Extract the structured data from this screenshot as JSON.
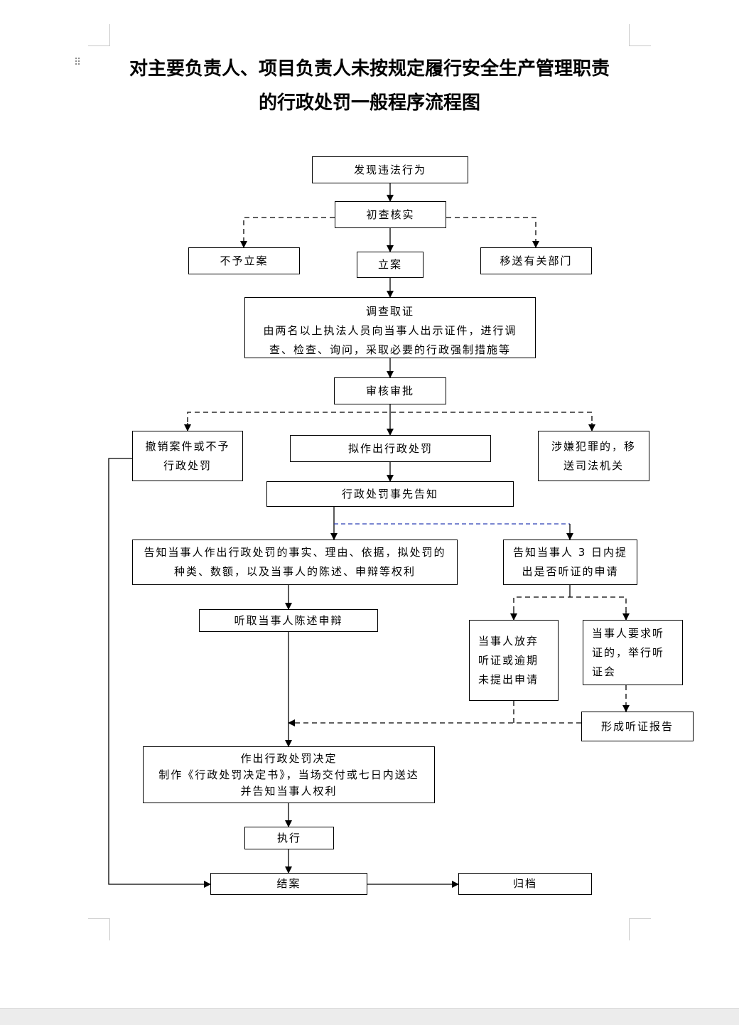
{
  "title": {
    "line1": "对主要负责人、项目负责人未按规定履行安全生产管理职责",
    "line2": "的行政处罚一般程序流程图"
  },
  "nodes": {
    "discover": "发现违法行为",
    "initial_check": "初查核实",
    "no_filing": "不予立案",
    "filing": "立案",
    "transfer_dept": "移送有关部门",
    "investigate_title": "调查取证",
    "investigate_l1": "由两名以上执法人员向当事人出示证件，进行调",
    "investigate_l2": "查、检查、询问，采取必要的行政强制措施等",
    "review": "审核审批",
    "revoke_l1": "撤销案件或不予",
    "revoke_l2": "行政处罚",
    "propose": "拟作出行政处罚",
    "crime_l1": "涉嫌犯罪的，移",
    "crime_l2": "送司法机关",
    "prior_notice": "行政处罚事先告知",
    "inform_rights_l1": "告知当事人作出行政处罚的事实、理由、依据，拟处罚的",
    "inform_rights_l2": "种类、数额，以及当事人的陈述、申辩等权利",
    "inform_hearing_l1": "告知当事人 3 日内提",
    "inform_hearing_l2": "出是否听证的申请",
    "hear_statement": "听取当事人陈述申辩",
    "waive_l1": "当事人放弃",
    "waive_l2": "听证或逾期",
    "waive_l3": "未提出申请",
    "request_l1": "当事人要求听",
    "request_l2": "证的，举行听",
    "request_l3": "证会",
    "hearing_report": "形成听证报告",
    "decision_l1": "作出行政处罚决定",
    "decision_l2": "制作《行政处罚决定书》，当场交付或七日内送达",
    "decision_l3": "并告知当事人权利",
    "execute": "执行",
    "close_case": "结案",
    "archive": "归档"
  }
}
